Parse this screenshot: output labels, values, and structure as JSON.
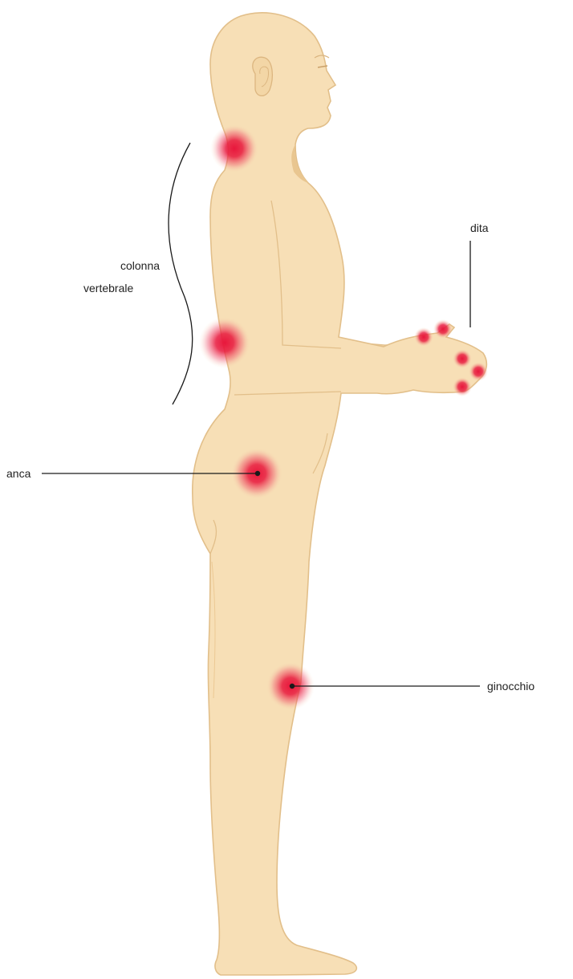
{
  "labels": {
    "spine_line1": "colonna",
    "spine_line2": "vertebrale",
    "fingers": "dita",
    "hip": "anca",
    "knee": "ginocchio"
  },
  "colors": {
    "skin": "#f7dfb6",
    "skin_outline": "#e2bf8a",
    "skin_shadow": "#ecc994",
    "pain_center": "#e8173c",
    "leader_line": "#1a1a1a",
    "text": "#222222"
  }
}
